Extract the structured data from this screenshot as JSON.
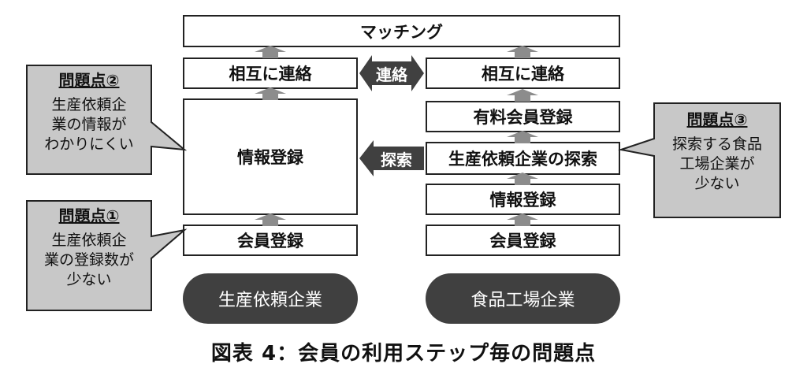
{
  "left_flow": {
    "matching": "マッチング",
    "contact": "相互に連絡",
    "info_registration": "情報登録",
    "member_registration": "会員登録",
    "company_label": "生産依頼企業"
  },
  "right_flow": {
    "contact": "相互に連絡",
    "paid_member": "有料会員登録",
    "search_companies": "生産依頼企業の探索",
    "info_registration": "情報登録",
    "member_registration": "会員登録",
    "company_label": "食品工場企業"
  },
  "connectors": {
    "contact": "連絡",
    "search": "探索"
  },
  "callouts": {
    "problem2": {
      "title": "問題点②",
      "body": "生産依頼企\n業の情報が\nわかりにくい"
    },
    "problem1": {
      "title": "問題点①",
      "body": "生産依頼企\n業の登録数が\n少ない"
    },
    "problem3": {
      "title": "問題点③",
      "body": "探索する食品\n工場企業が\n少ない"
    }
  },
  "caption": "図表 4：会員の利用ステップ毎の問題点",
  "colors": {
    "callout_fill": "#c8c8c8",
    "arrow_gray": "#8c8c8c",
    "dark": "#404040"
  }
}
